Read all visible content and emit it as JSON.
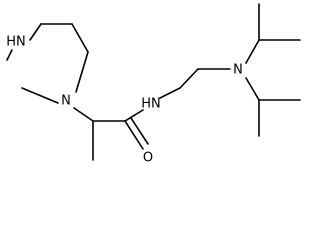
{
  "molecule": {
    "atoms": [
      {
        "id": "hn_ring",
        "label": "HN"
      },
      {
        "id": "n_ring",
        "label": "N"
      },
      {
        "id": "nh_amide",
        "label": "HN"
      },
      {
        "id": "o_carbonyl",
        "label": "O"
      },
      {
        "id": "n_amine",
        "label": "N"
      }
    ],
    "colors": {
      "bond": "#000000",
      "text": "#000000",
      "background": "#ffffff"
    }
  }
}
